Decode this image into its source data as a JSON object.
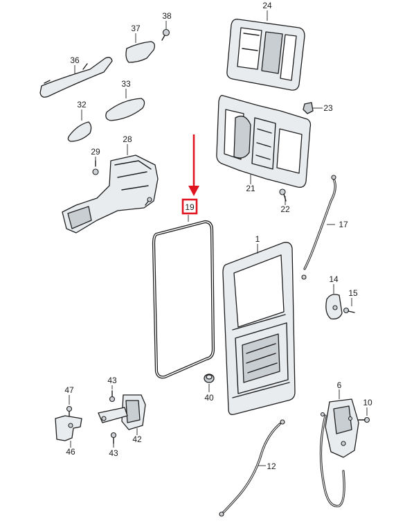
{
  "diagram": {
    "labels": {
      "p1": "1",
      "p6": "6",
      "p10": "10",
      "p12": "12",
      "p14": "14",
      "p15": "15",
      "p17": "17",
      "p19": "19",
      "p21": "21",
      "p22": "22",
      "p23": "23",
      "p24": "24",
      "p28": "28",
      "p29": "29",
      "p32": "32",
      "p33": "33",
      "p36": "36",
      "p37": "37",
      "p38": "38",
      "p40": "40",
      "p42": "42",
      "p43a": "43",
      "p43b": "43",
      "p46": "46",
      "p47": "47"
    },
    "highlighted_part": "19",
    "highlight_color": "#e0141e",
    "line_color": "#1d1d1d",
    "part_fill": "#e9ecef"
  }
}
